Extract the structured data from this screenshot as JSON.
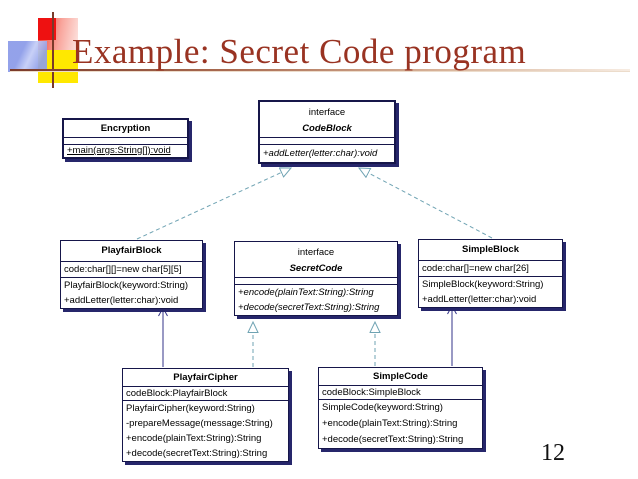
{
  "slide": {
    "title": "Example: Secret Code program",
    "page_number": "12"
  },
  "colors": {
    "title_text": "#993322",
    "box_border": "#16164a",
    "box_shadow": "#26266b",
    "association_arrow": "#333388",
    "realization_arrow": "#6fa3b3",
    "logo_red": "#ee1111",
    "logo_yellow": "#ffe800",
    "logo_blue": "#8a9ae8"
  },
  "diagram": {
    "classes": {
      "encryption": {
        "name": "Encryption",
        "attributes": [],
        "methods": [
          "+main(args:String[]):void"
        ]
      },
      "codeblock": {
        "stereotype": "interface",
        "name": "CodeBlock",
        "attributes": [],
        "methods": [
          "+addLetter(letter:char):void"
        ]
      },
      "playfairblock": {
        "name": "PlayfairBlock",
        "attributes": [
          "code:char[][]=new char[5][5]"
        ],
        "methods": [
          "PlayfairBlock(keyword:String)",
          "+addLetter(letter:char):void"
        ]
      },
      "secretcode": {
        "stereotype": "interface",
        "name": "SecretCode",
        "attributes": [],
        "methods": [
          "+encode(plainText:String):String",
          "+decode(secretText:String):String"
        ]
      },
      "simpleblock": {
        "name": "SimpleBlock",
        "attributes": [
          "code:char[]=new char[26]"
        ],
        "methods": [
          "SimpleBlock(keyword:String)",
          "+addLetter(letter:char):void"
        ]
      },
      "playfaircipher": {
        "name": "PlayfairCipher",
        "attributes": [
          "codeBlock:PlayfairBlock"
        ],
        "methods": [
          "PlayfairCipher(keyword:String)",
          "-prepareMessage(message:String)",
          "+encode(plainText:String):String",
          "+decode(secretText:String):String"
        ]
      },
      "simplecode": {
        "name": "SimpleCode",
        "attributes": [
          "codeBlock:SimpleBlock"
        ],
        "methods": [
          "SimpleCode(keyword:String)",
          "+encode(plainText:String):String",
          "+decode(secretText:String):String"
        ]
      }
    },
    "relationships": [
      {
        "from": "PlayfairBlock",
        "to": "CodeBlock",
        "type": "realization"
      },
      {
        "from": "SimpleBlock",
        "to": "CodeBlock",
        "type": "realization"
      },
      {
        "from": "PlayfairCipher",
        "to": "PlayfairBlock",
        "type": "association"
      },
      {
        "from": "PlayfairCipher",
        "to": "SecretCode",
        "type": "realization"
      },
      {
        "from": "SimpleCode",
        "to": "SecretCode",
        "type": "realization"
      },
      {
        "from": "SimpleCode",
        "to": "SimpleBlock",
        "type": "association"
      }
    ]
  }
}
